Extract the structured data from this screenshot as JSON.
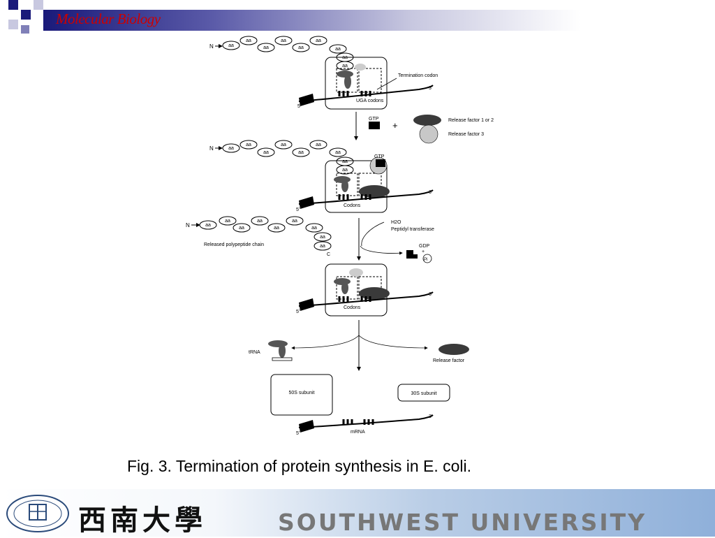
{
  "header": {
    "title": "Molecular Biology"
  },
  "caption": "Fig. 3. Termination of protein synthesis in E. coli.",
  "footer": {
    "chinese_name": "西南大學",
    "english_name": "SOUTHWEST UNIVERSITY"
  },
  "diagram": {
    "chain_terminus": "N",
    "aa": "aa",
    "carboxyl_terminus": "C",
    "five_prime": "5'",
    "three_prime": "3'",
    "termination_codon": "Termination codon",
    "uga_codons": "UGA codons",
    "codons": "Codons",
    "gtp": "GTP",
    "plus": "+",
    "release_factor_1_or_2": "Release factor 1 or 2",
    "release_factor_3": "Release factor 3",
    "h2o": "H2O",
    "peptidyl_transferase": "Peptidyl transferase",
    "gdp": "GDP",
    "pi": "Pi",
    "released_polypeptide_chain": "Released polypeptide chain",
    "trna": "tRNA",
    "release_factor": "Release factor",
    "subunit_50s": "50S subunit",
    "subunit_30s": "30S subunit",
    "mrna": "mRNA"
  },
  "colors": {
    "title_red": "#cc0000",
    "header_navy": "#1a1a7a",
    "factor_dark": "#3a3a3a",
    "factor_light": "#c8c8c8"
  }
}
